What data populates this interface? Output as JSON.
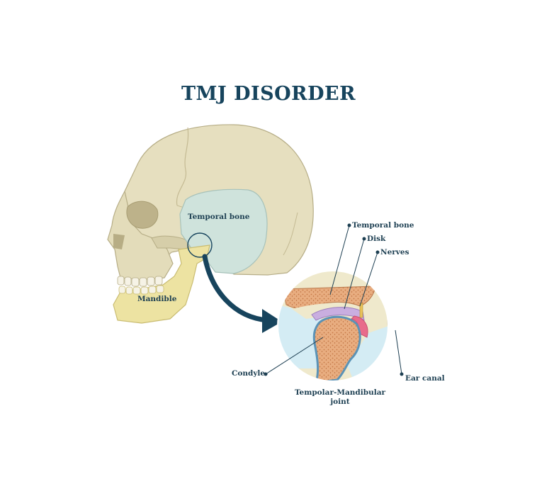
{
  "title": "TMJ DISORDER",
  "labels": {
    "temporal_bone_skull": "Temporal bone",
    "mandible": "Mandible",
    "temporal_bone_detail": "Temporal bone",
    "disk": "Disk",
    "nerves": "Nerves",
    "condyle": "Condyle",
    "ear_canal": "Ear canal",
    "joint_line1": "Tempolar-Mandibular",
    "joint_line2": "joint"
  },
  "colors": {
    "title": "#17445d",
    "skull": "#e6dfbf",
    "temporal_bone": "#cfe3dc",
    "mandible": "#ede3a2",
    "arrow": "#17445d",
    "detail_bg": "#efe9cc",
    "bone_spongy": "#e1a070",
    "disk": "#c9aee0",
    "nerve_tissue": "#e86b8b",
    "soft_tissue": "#d4ecf4"
  }
}
